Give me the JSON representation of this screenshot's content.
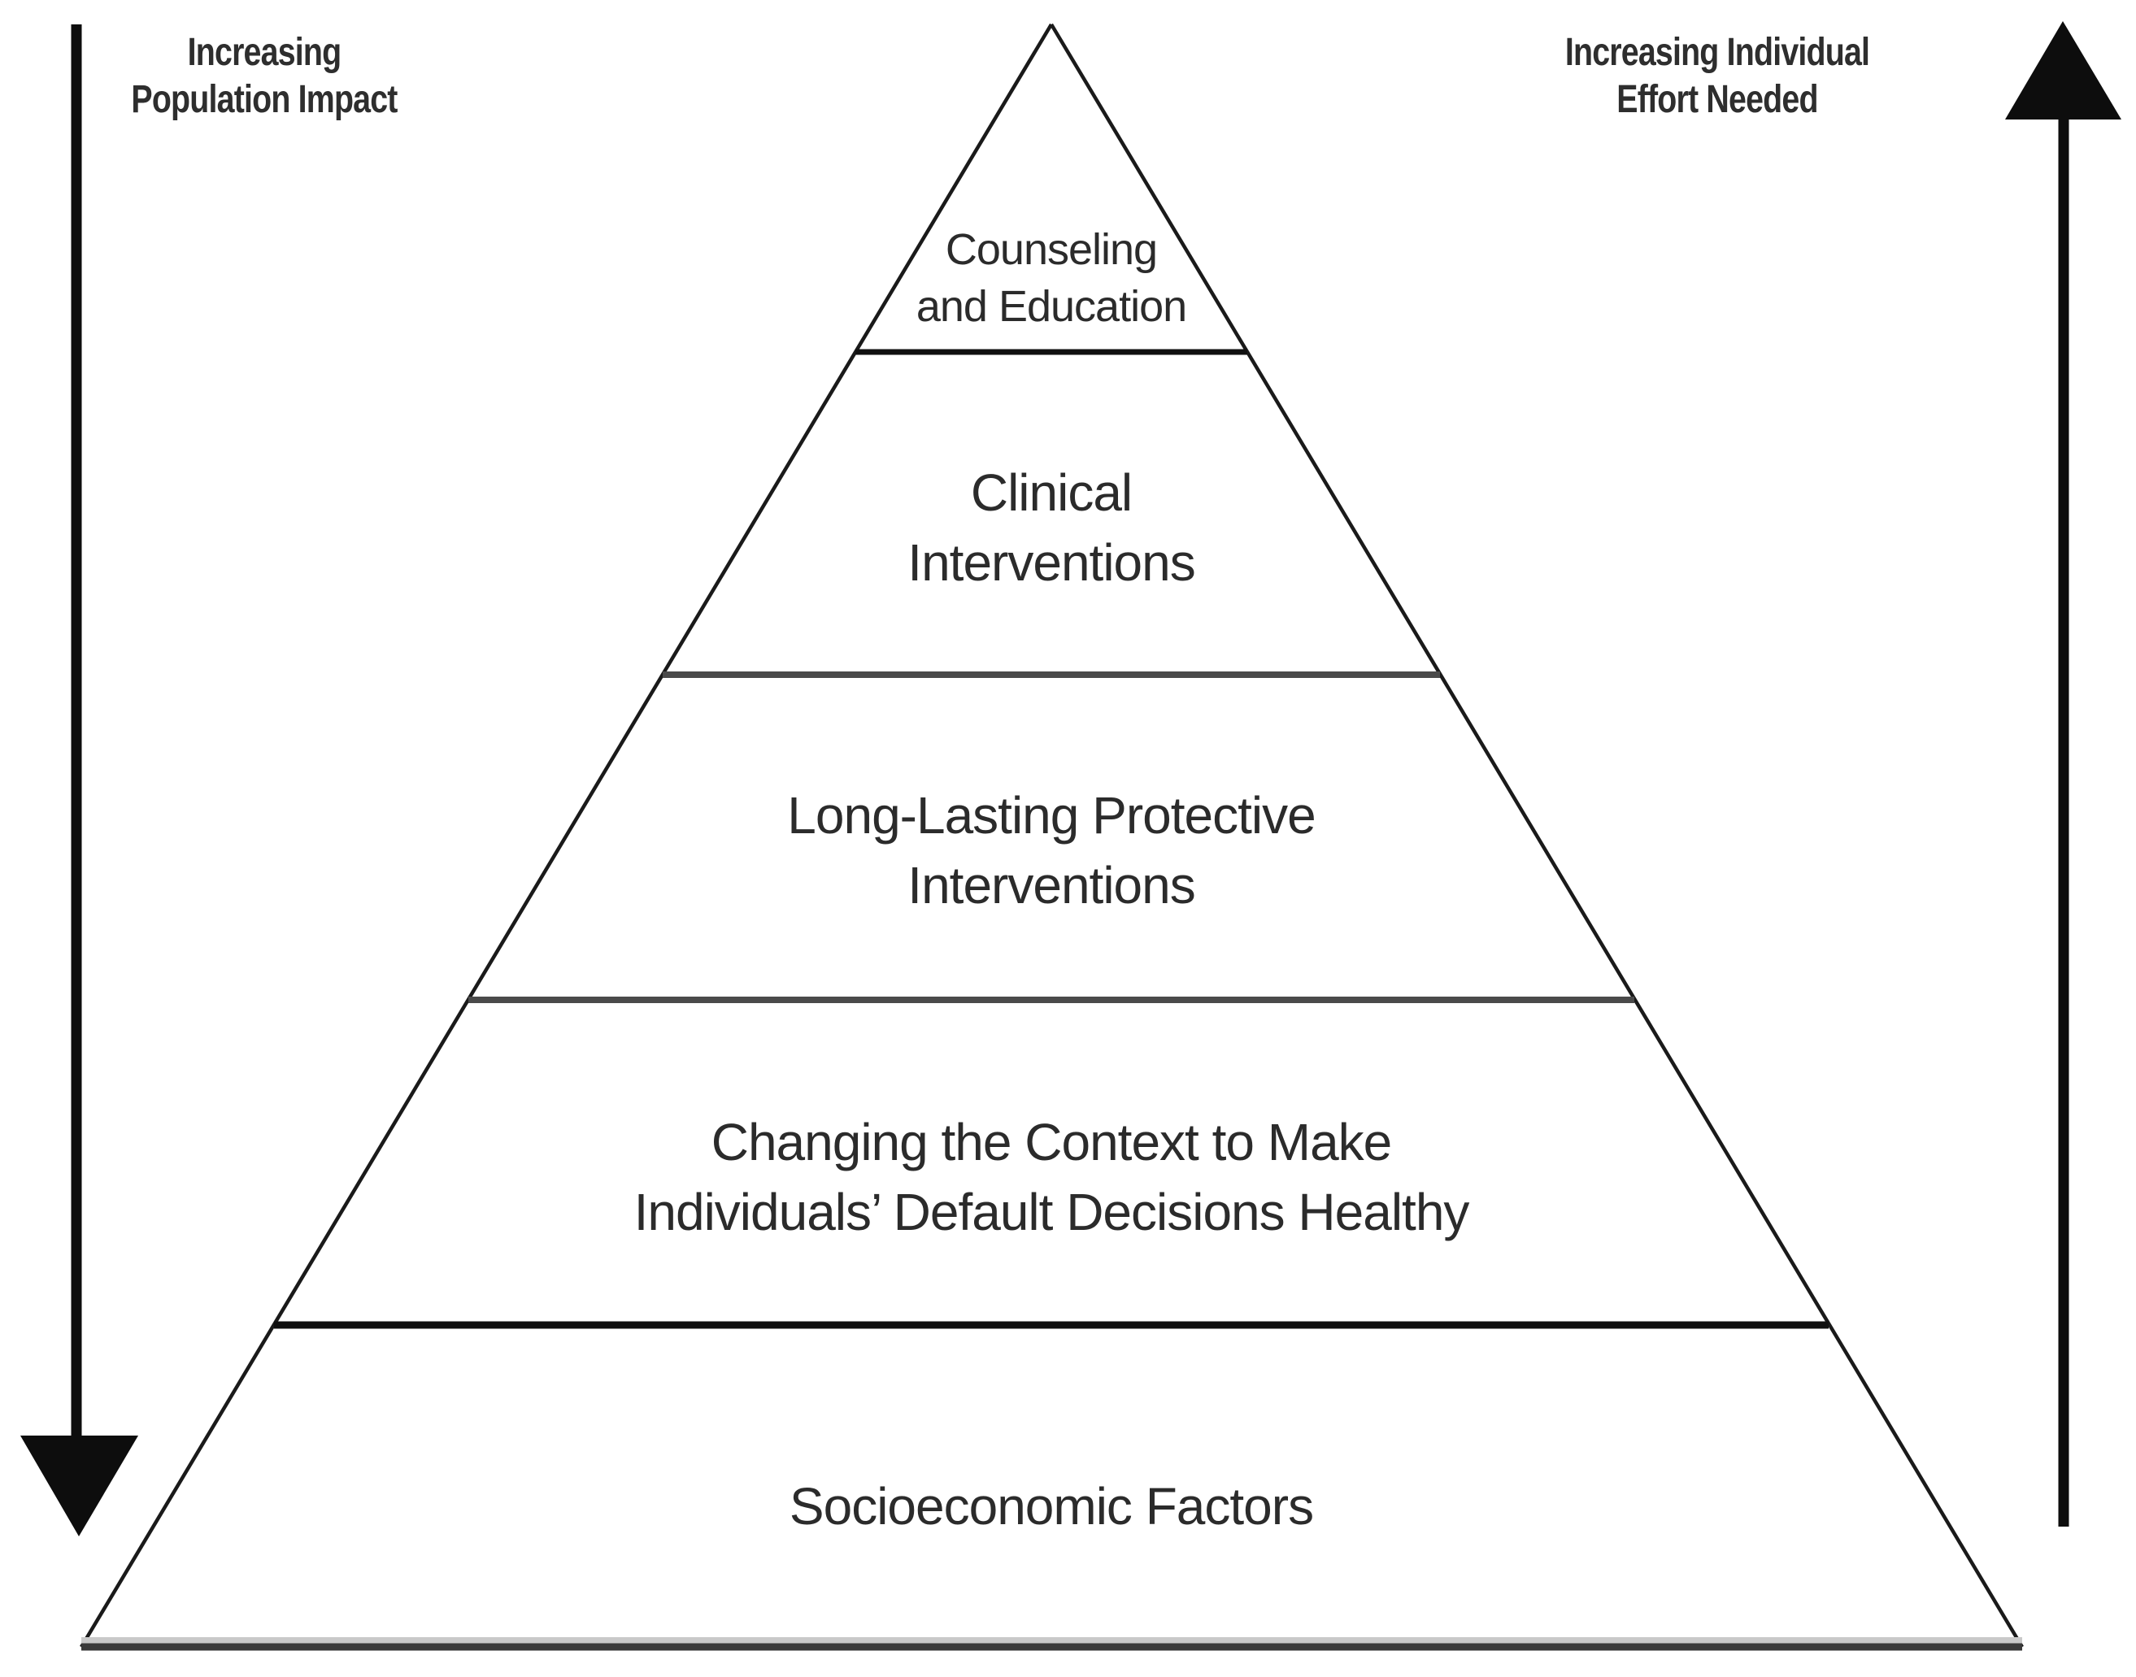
{
  "figure": {
    "type": "health-impact-pyramid",
    "side_annotations": {
      "left": {
        "line1": "Increasing",
        "line2": "Population Impact",
        "arrow_direction": "down"
      },
      "right": {
        "line1": "Increasing Individual",
        "line2": "Effort Needed",
        "arrow_direction": "up"
      }
    },
    "levels": [
      {
        "id": "counseling-and-education",
        "line1": "Counseling",
        "line2": "and Education"
      },
      {
        "id": "clinical-interventions",
        "line1": "Clinical",
        "line2": "Interventions"
      },
      {
        "id": "long-lasting-protective-interventions",
        "line1": "Long-Lasting Protective",
        "line2": "Interventions"
      },
      {
        "id": "changing-the-context",
        "line1": "Changing the Context to Make",
        "line2": "Individuals’ Default Decisions Healthy"
      },
      {
        "id": "socioeconomic-factors",
        "line1": "Socioeconomic Factors"
      }
    ],
    "colors": {
      "outline": "#1a1a1a",
      "divider_dark": "#101010",
      "divider_gray": "#4a4a4a",
      "base_light": "#c9c9c9",
      "base_dark": "#3a3a3a",
      "arrow": "#0d0d0d",
      "fill": "#ffffff"
    }
  }
}
